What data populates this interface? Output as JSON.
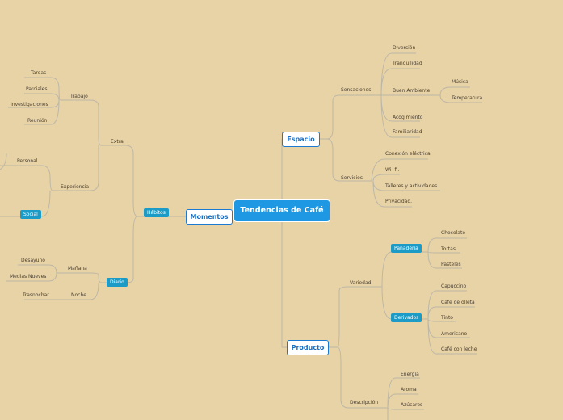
{
  "root": {
    "label": "Tendencias de Café"
  },
  "left": {
    "momentos": {
      "label": "Momentos"
    },
    "habitos": {
      "label": "Hábitos"
    },
    "extra": {
      "label": "Extra"
    },
    "trabajo": {
      "label": "Trabajo",
      "items": [
        "Tareas",
        "Parciales",
        "Investigaciones",
        "Reunión"
      ]
    },
    "experiencia": {
      "label": "Experiencia"
    },
    "personal": {
      "label": "Personal"
    },
    "social": {
      "label": "Social"
    },
    "diario": {
      "label": "Diario"
    },
    "manana": {
      "label": "Mañana",
      "items": [
        "Desayuno",
        "Medias Nueves"
      ]
    },
    "noche": {
      "label": "Noche",
      "items": [
        "Trasnochar"
      ]
    }
  },
  "right": {
    "espacio": {
      "label": "Espacio"
    },
    "sensaciones": {
      "label": "Sensaciones",
      "items": [
        "Diversión",
        "Tranquilidad",
        "Buen Ambiente",
        "Acogimiento",
        "Familiaridad"
      ]
    },
    "buen_ambiente": {
      "items": [
        "Música",
        "Temperatura"
      ]
    },
    "servicios": {
      "label": "Servicios",
      "items": [
        "Conexión eléctrica",
        "Wi- fi.",
        "Talleres y actividades.",
        "Privacidad."
      ]
    },
    "producto": {
      "label": "Producto"
    },
    "variedad": {
      "label": "Variedad"
    },
    "panaderia": {
      "label": "Panadería",
      "items": [
        "Chocolate",
        "Tortas.",
        "Pastéles"
      ]
    },
    "derivados": {
      "label": "Derivados",
      "items": [
        "Capuccino",
        "Café de olleta",
        "Tinto",
        "Americano",
        "Café con leche"
      ]
    },
    "descripcion": {
      "label": "Descripción",
      "items": [
        "Energía",
        "Aroma",
        "Azúcares"
      ]
    }
  },
  "colors": {
    "background": "#e8d3a7",
    "root": "#1e98e3",
    "tag": "#1c9bc7",
    "line": "#c0b9a8"
  }
}
